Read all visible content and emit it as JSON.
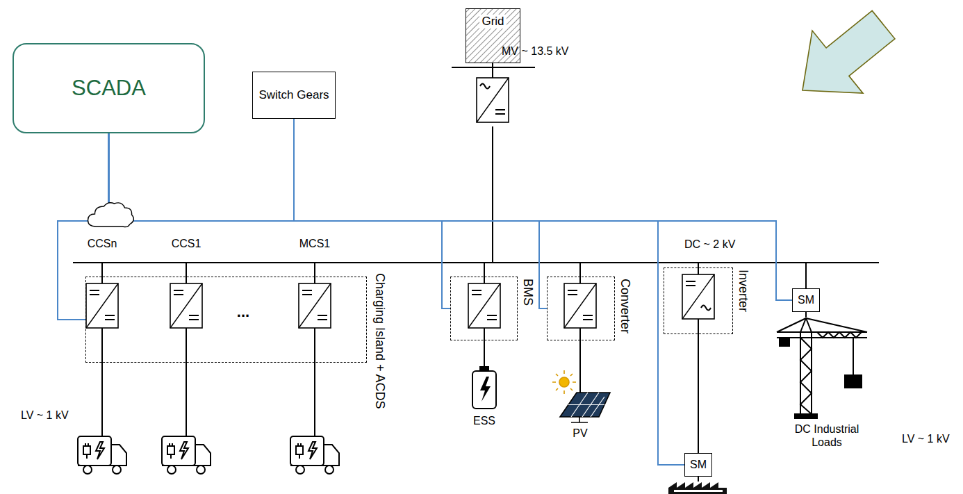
{
  "diagram": {
    "nodes": [
      {
        "text": [
          "SCADA"
        ]
      },
      {
        "text": [
          "Switch Gears"
        ]
      },
      {
        "text": [
          "Grid"
        ]
      },
      {
        "text": [
          "Charging Island + ACDS"
        ]
      },
      {
        "text": [
          "BMS"
        ]
      },
      {
        "text": [
          "Converter"
        ]
      },
      {
        "text": [
          "Inverter"
        ]
      },
      {
        "text": [
          "SM"
        ]
      },
      {
        "text": [
          "SM"
        ]
      }
    ],
    "edges": [
      {
        "from": 0,
        "to": 1,
        "arrow": "none"
      },
      {
        "from": 0,
        "to": 3,
        "arrow": "none"
      },
      {
        "from": 0,
        "to": 4,
        "arrow": "none"
      },
      {
        "from": 0,
        "to": 5,
        "arrow": "none"
      },
      {
        "from": 0,
        "to": 7,
        "arrow": "none"
      },
      {
        "from": 0,
        "to": 8,
        "arrow": "none"
      }
    ],
    "labels": [
      "MV ~ 13.5 kV",
      "CCSn",
      "CCS1",
      "MCS1",
      "DC ~ 2 kV",
      "...",
      "LV ~ 1 kV",
      "ESS",
      "PV",
      "DC Industrial Loads",
      "LV ~ 1 kV"
    ]
  }
}
